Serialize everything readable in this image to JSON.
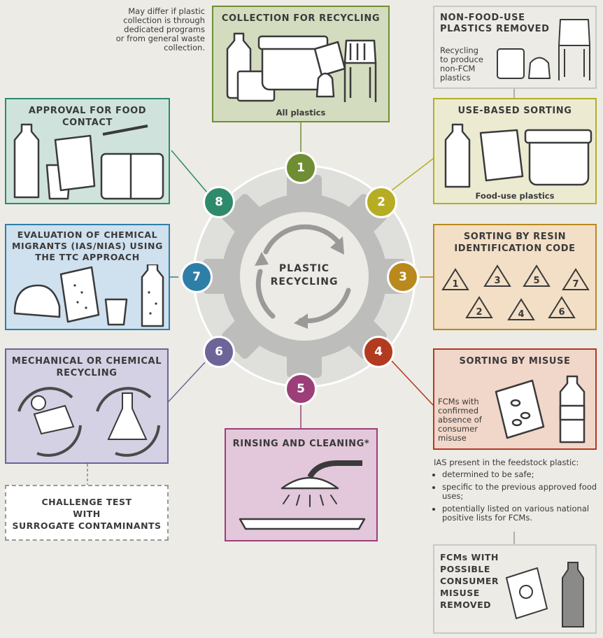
{
  "note_top": "May differ if plastic collection is through dedicated programs or from general waste collection.",
  "center": {
    "line1": "PLASTIC",
    "line2": "RECYCLING"
  },
  "steps": [
    {
      "num": "1",
      "title": "COLLECTION FOR RECYCLING",
      "caption": "All plastics",
      "color": "#6f8e34"
    },
    {
      "num": "2",
      "title": "USE-BASED SORTING",
      "caption": "Food-use plastics",
      "color": "#b7ad24"
    },
    {
      "num": "3",
      "title_line1": "SORTING BY RESIN",
      "title_line2": "IDENTIFICATION CODE",
      "color": "#b9891e",
      "codes": [
        "1",
        "3",
        "5",
        "7",
        "2",
        "4",
        "6"
      ]
    },
    {
      "num": "4",
      "title": "SORTING BY MISUSE",
      "caption": "FCMs with confirmed absence of consumer misuse",
      "color": "#b23a20"
    },
    {
      "num": "5",
      "title": "RINSING AND CLEANING*",
      "color": "#9c3e78"
    },
    {
      "num": "6",
      "title_line1": "MECHANICAL OR CHEMICAL",
      "title_line2": "RECYCLING",
      "color": "#6d6498"
    },
    {
      "num": "7",
      "title_line1": "EVALUATION OF CHEMICAL",
      "title_line2": "MIGRANTS (IAS/NIAS) USING",
      "title_line3": "THE TTC APPROACH",
      "color": "#2e7fa8"
    },
    {
      "num": "8",
      "title": "APPROVAL FOR FOOD CONTACT",
      "color": "#2f8a6c"
    }
  ],
  "non_food": {
    "title_line1": "NON-FOOD-USE",
    "title_line2": "PLASTICS REMOVED",
    "caption": "Recycling to produce non-FCM plastics"
  },
  "ias": {
    "heading": "IAS present in the feedstock plastic:",
    "items": [
      "determined to be safe;",
      "specific to the previous approved food uses;",
      "potentially listed on various national positive lists for FCMs."
    ]
  },
  "misuse_removed": {
    "l1": "FCMs WITH",
    "l2": "POSSIBLE",
    "l3": "CONSUMER",
    "l4": "MISUSE",
    "l5": "REMOVED"
  },
  "challenge": {
    "l1": "CHALLENGE TEST",
    "l2": "WITH",
    "l3": "SURROGATE CONTAMINANTS"
  }
}
